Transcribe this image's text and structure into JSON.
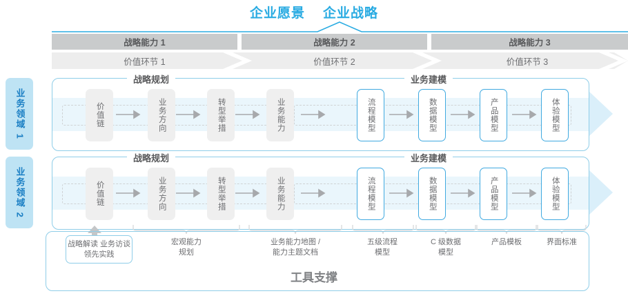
{
  "title": {
    "vision": "企业愿景",
    "strategy": "企业战略"
  },
  "capabilities": [
    {
      "label": "战略能力 1"
    },
    {
      "label": "战略能力 2"
    },
    {
      "label": "战略能力 3"
    }
  ],
  "value_links": [
    {
      "label": "价值环节 1"
    },
    {
      "label": "价值环节 2"
    },
    {
      "label": "价值环节 3"
    }
  ],
  "domains": [
    {
      "label": "业务领域 1"
    },
    {
      "label": "业务领域 2"
    }
  ],
  "lanes": [
    {
      "section_left": "战略规划",
      "section_right": "业务建模",
      "steps": [
        {
          "label": "价值链",
          "style": "gray"
        },
        {
          "label": "业务方向",
          "style": "gray"
        },
        {
          "label": "转型举措",
          "style": "gray"
        },
        {
          "label": "业务能力",
          "style": "gray"
        },
        {
          "label": "流程模型",
          "style": "blue"
        },
        {
          "label": "数据模型",
          "style": "blue"
        },
        {
          "label": "产品模型",
          "style": "blue"
        },
        {
          "label": "体验模型",
          "style": "blue"
        }
      ]
    },
    {
      "section_left": "战略规划",
      "section_right": "业务建模",
      "steps": [
        {
          "label": "价值链",
          "style": "gray"
        },
        {
          "label": "业务方向",
          "style": "gray"
        },
        {
          "label": "转型举措",
          "style": "gray"
        },
        {
          "label": "业务能力",
          "style": "gray"
        },
        {
          "label": "流程模型",
          "style": "blue"
        },
        {
          "label": "数据模型",
          "style": "blue"
        },
        {
          "label": "产品模型",
          "style": "blue"
        },
        {
          "label": "体验模型",
          "style": "blue"
        }
      ]
    }
  ],
  "tool_support": {
    "title": "工具支撑",
    "boxed_item": "战略解读\n业务访谈\n领先实践",
    "items": [
      {
        "label": "宏观能力\n规划"
      },
      {
        "label": "业务能力地图 /\n能力主题文档"
      },
      {
        "label": "五级流程\n模型"
      },
      {
        "label": "C 级数据\n模型"
      },
      {
        "label": "产品模板"
      },
      {
        "label": "界面标准"
      }
    ]
  },
  "colors": {
    "accent_blue": "#29abe2",
    "frame_blue": "#8ecde8",
    "box_blue": "#3fa9e0",
    "domain_tab_bg": "#bee3f4",
    "cap_bar": "#c9cbcc",
    "vl_bar": "#ededed",
    "band": "#eaf6fc",
    "text_gray": "#6d6e71"
  }
}
